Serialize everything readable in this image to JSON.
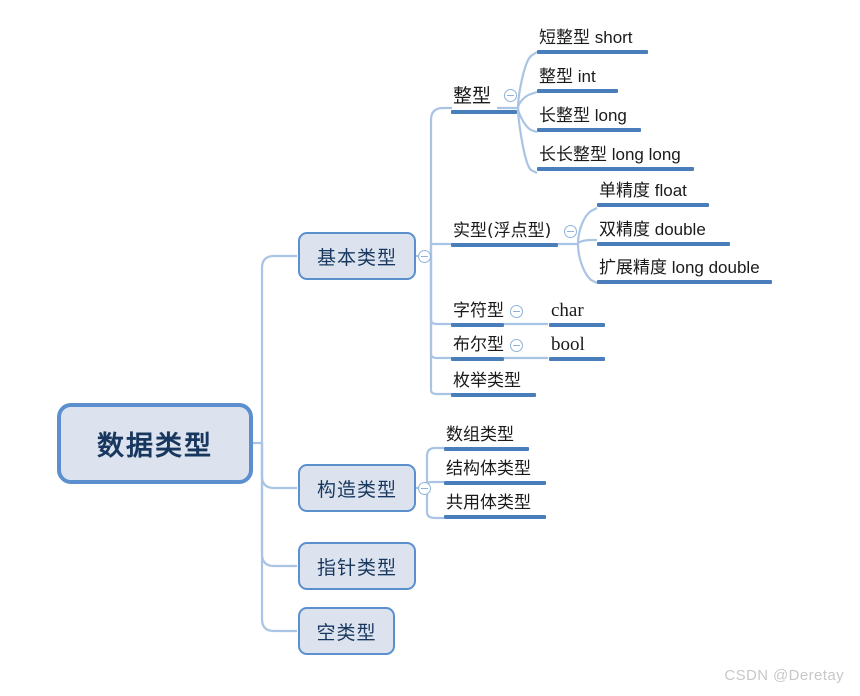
{
  "diagram": {
    "type": "mindmap",
    "title": "数据类型",
    "root": {
      "label": "数据类型",
      "style": "rounded-box-root",
      "fill": "#dce3ef",
      "border": "#5b8fce",
      "text_color": "#17375e"
    },
    "colors": {
      "node_fill": "#dce3ef",
      "node_border": "#5b8fce",
      "connector": "#a9c4e4",
      "underline_bar": "#4a7ebb",
      "collapse_marker": "#8fb3da",
      "watermark": "#c8c8c8",
      "background": "#ffffff"
    },
    "branches": [
      {
        "label": "基本类型",
        "style": "rounded-box",
        "has_collapse_marker": true,
        "children": [
          {
            "label": "整型",
            "style": "underline",
            "has_collapse_marker": true,
            "children": [
              {
                "label_cn": "短整型",
                "label_en": "short",
                "style": "underline"
              },
              {
                "label_cn": "整型",
                "label_en": "int",
                "style": "underline"
              },
              {
                "label_cn": "长整型",
                "label_en": "long",
                "style": "underline"
              },
              {
                "label_cn": "长长整型",
                "label_en": "long long",
                "style": "underline"
              }
            ]
          },
          {
            "label": "实型(浮点型)",
            "style": "underline",
            "has_collapse_marker": true,
            "children": [
              {
                "label_cn": "单精度",
                "label_en": "float",
                "style": "underline"
              },
              {
                "label_cn": "双精度",
                "label_en": "double",
                "style": "underline"
              },
              {
                "label_cn": "扩展精度",
                "label_en": "long double",
                "style": "underline"
              }
            ]
          },
          {
            "label": "字符型",
            "style": "underline-split",
            "has_collapse_marker": true,
            "children": [
              {
                "label_en": "char",
                "style": "underline"
              }
            ]
          },
          {
            "label": "布尔型",
            "style": "underline-split",
            "has_collapse_marker": true,
            "children": [
              {
                "label_en": "bool",
                "style": "underline"
              }
            ]
          },
          {
            "label": "枚举类型",
            "style": "underline",
            "has_collapse_marker": false,
            "children": []
          }
        ]
      },
      {
        "label": "构造类型",
        "style": "rounded-box",
        "has_collapse_marker": true,
        "children": [
          {
            "label": "数组类型",
            "style": "underline"
          },
          {
            "label": "结构体类型",
            "style": "underline"
          },
          {
            "label": "共用体类型",
            "style": "underline"
          }
        ]
      },
      {
        "label": "指针类型",
        "style": "rounded-box",
        "has_collapse_marker": false,
        "children": []
      },
      {
        "label": "空类型",
        "style": "rounded-box",
        "has_collapse_marker": false,
        "children": []
      }
    ]
  },
  "watermark": {
    "text": "CSDN @Deretay"
  }
}
